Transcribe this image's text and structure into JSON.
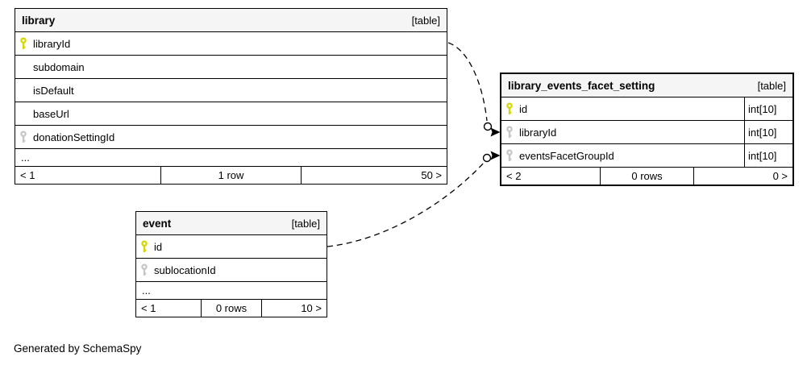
{
  "page": {
    "background": "#ffffff",
    "credit": "Generated by SchemaSpy"
  },
  "colors": {
    "primary_key_icon": "#d6d600",
    "foreign_key_icon": "#c6c6c6",
    "table_header_bg": "#f5f5f5",
    "border": "#000000",
    "relationship_line": "#000000"
  },
  "tables": [
    {
      "name": "library",
      "tag": "[table]",
      "fields": [
        {
          "icon": "primary-key",
          "name": "libraryId",
          "type": ""
        },
        {
          "icon": "none",
          "name": "subdomain",
          "type": ""
        },
        {
          "icon": "none",
          "name": "isDefault",
          "type": ""
        },
        {
          "icon": "none",
          "name": "baseUrl",
          "type": ""
        },
        {
          "icon": "foreign-key",
          "name": "donationSettingId",
          "type": ""
        }
      ],
      "ellipsis": "...",
      "pager": {
        "left": "< 1",
        "center": "1 row",
        "right": "50 >"
      }
    },
    {
      "name": "library_events_facet_setting",
      "tag": "[table]",
      "fields": [
        {
          "icon": "primary-key",
          "name": "id",
          "type": "int[10]"
        },
        {
          "icon": "foreign-key",
          "name": "libraryId",
          "type": "int[10]"
        },
        {
          "icon": "foreign-key",
          "name": "eventsFacetGroupId",
          "type": "int[10]"
        }
      ],
      "pager": {
        "left": "< 2",
        "center": "0 rows",
        "right": "0 >"
      }
    },
    {
      "name": "event",
      "tag": "[table]",
      "fields": [
        {
          "icon": "primary-key",
          "name": "id",
          "type": ""
        },
        {
          "icon": "foreign-key",
          "name": "sublocationId",
          "type": ""
        }
      ],
      "ellipsis": "...",
      "pager": {
        "left": "< 1",
        "center": "0 rows",
        "right": "10 >"
      }
    }
  ],
  "relationships": [
    {
      "from": "library.libraryId",
      "to": "library_events_facet_setting.libraryId",
      "style": "dashed"
    },
    {
      "from": "event.id",
      "to": "library_events_facet_setting.eventsFacetGroupId",
      "style": "dashed"
    }
  ]
}
